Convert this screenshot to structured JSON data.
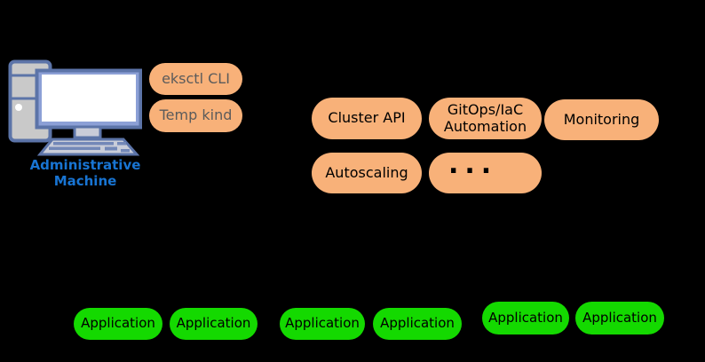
{
  "diagram": {
    "background_color": "#000000",
    "colors": {
      "pill_orange": "#F8B179",
      "pill_green": "#14D900",
      "tool_text_gray": "#5B5B5B",
      "machine_label_blue": "#1874D2",
      "icon_outline_blue": "#5C74A8",
      "icon_fill_gray": "#C9C9C9",
      "icon_frame_periwinkle": "#8CA0D6"
    }
  },
  "admin_machine": {
    "label": "Administrative\nMachine"
  },
  "tool_pills": {
    "items": [
      {
        "label": "eksctl CLI"
      },
      {
        "label": "Temp kind"
      }
    ]
  },
  "service_pills": {
    "items": [
      {
        "label": "Cluster API"
      },
      {
        "label": "GitOps/IaC\nAutomation"
      },
      {
        "label": "Monitoring"
      },
      {
        "label": "Autoscaling"
      },
      {
        "label": "..."
      }
    ]
  },
  "application_pills": {
    "items": [
      {
        "label": "Application"
      },
      {
        "label": "Application"
      },
      {
        "label": "Application"
      },
      {
        "label": "Application"
      },
      {
        "label": "Application"
      },
      {
        "label": "Application"
      }
    ]
  }
}
